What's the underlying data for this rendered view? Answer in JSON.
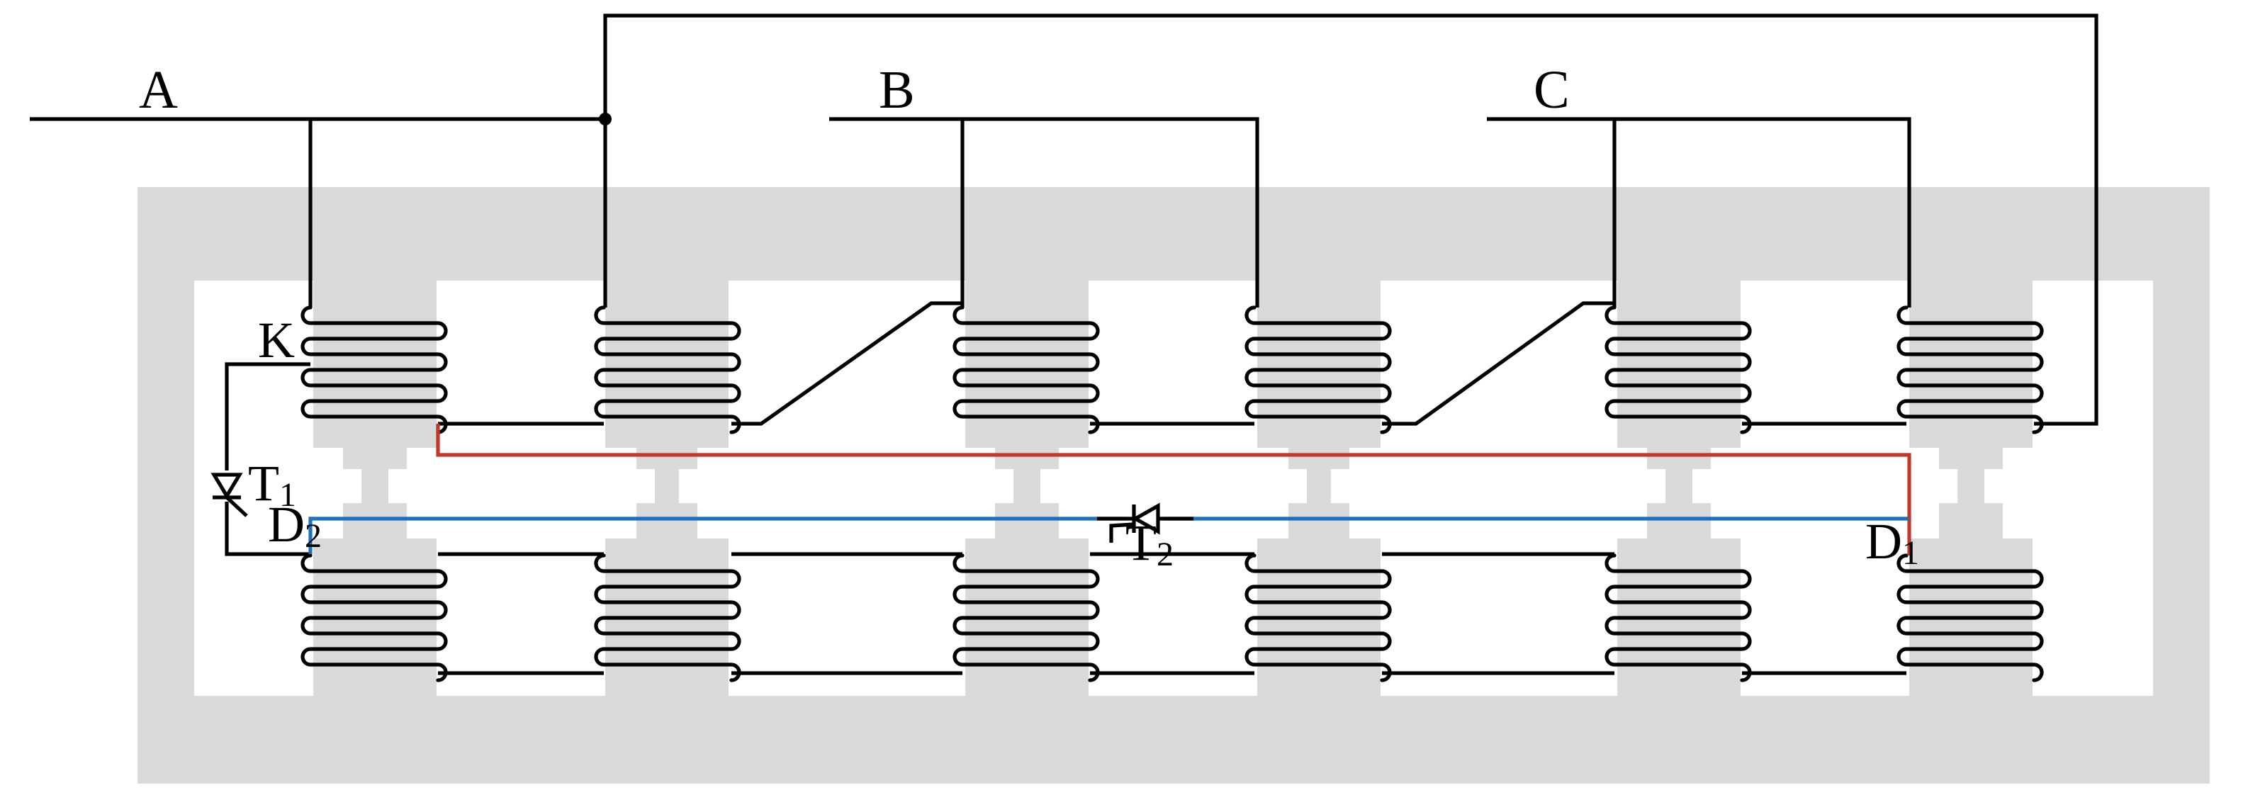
{
  "labels": {
    "phase_a": "A",
    "phase_b": "B",
    "phase_c": "C",
    "k": "K",
    "t1": "T",
    "t1_sub": "1",
    "t2": "T",
    "t2_sub": "2",
    "d1": "D",
    "d1_sub": "1",
    "d2": "D",
    "d2_sub": "2"
  },
  "colors": {
    "core": "#d9d9d9",
    "wire": "#000000",
    "red_wire": "#c0392b",
    "blue_wire": "#1f6fbf"
  }
}
